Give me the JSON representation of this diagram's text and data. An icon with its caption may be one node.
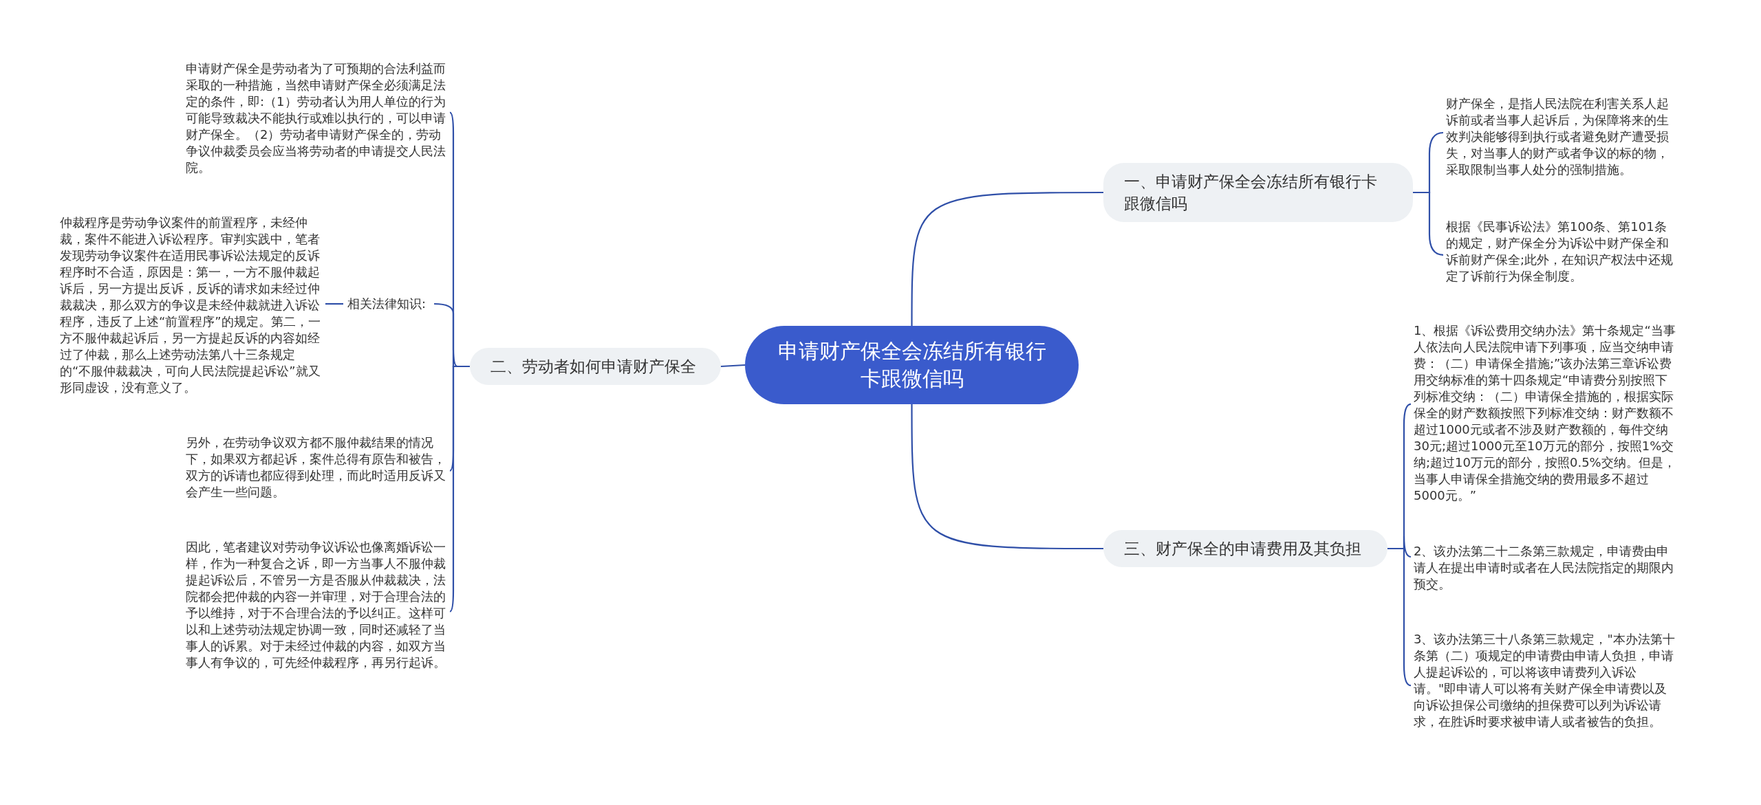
{
  "diagram": {
    "nodes": [
      {
        "text": [
          "申请财产保全会冻结所有银行卡跟微信吗"
        ]
      },
      {
        "text": [
          "一、申请财产保全会冻结所有银行卡跟微信吗"
        ]
      },
      {
        "text": [
          "财产保全，是指人民法院在利害关系人起诉前或者当事人起诉后，为保障将来的生效判决能够得到执行或者避免财产遭受损失，对当事人的财产或者争议的标的物，采取限制当事人处分的强制措施。"
        ]
      },
      {
        "text": [
          "根据《民事诉讼法》第100条、第101条的规定，财产保全分为诉讼中财产保全和诉前财产保全;此外，在知识产权法中还规定了诉前行为保全制度。"
        ]
      },
      {
        "text": [
          "二、劳动者如何申请财产保全"
        ]
      },
      {
        "text": [
          "申请财产保全是劳动者为了可预期的合法利益而采取的一种措施，当然申请财产保全必须满足法定的条件，即:（1）劳动者认为用人单位的行为可能导致裁决不能执行或难以执行的，可以申请财产保全。（2）劳动者申请财产保全的，劳动争议仲裁委员会应当将劳动者的申请提交人民法院。"
        ]
      },
      {
        "text": [
          "相关法律知识:"
        ]
      },
      {
        "text": [
          "仲裁程序是劳动争议案件的前置程序，未经仲裁，案件不能进入诉讼程序。审判实践中，笔者发现劳动争议案件在适用民事诉讼法规定的反诉程序时不合适，原因是：第一，一方不服仲裁起诉后，另一方提出反诉，反诉的请求如未经过仲裁裁决，那么双方的争议是未经仲裁就进入诉讼程序，违反了上述“前置程序”的规定。第二，一方不服仲裁起诉后，另一方提起反诉的内容如经过了仲裁，那么上述劳动法第八十三条规定的“不服仲裁裁决，可向人民法院提起诉讼”就又形同虚设，没有意义了。"
        ]
      },
      {
        "text": [
          "另外，在劳动争议双方都不服仲裁结果的情况下，如果双方都起诉，案件总得有原告和被告，双方的诉请也都应得到处理，而此时适用反诉又会产生一些问题。"
        ]
      },
      {
        "text": [
          "因此，笔者建议对劳动争议诉讼也像离婚诉讼一样，作为一种复合之诉，即一方当事人不服仲裁提起诉讼后，不管另一方是否服从仲裁裁决，法院都会把仲裁的内容一并审理，对于合理合法的予以维持，对于不合理合法的予以纠正。这样可以和上述劳动法规定协调一致，同时还减轻了当事人的诉累。对于未经过仲裁的内容，如双方当事人有争议的，可先经仲裁程序，再另行起诉。"
        ]
      },
      {
        "text": [
          "三、财产保全的申请费用及其负担"
        ]
      },
      {
        "text": [
          "1、根据《诉讼费用交纳办法》第十条规定“当事人依法向人民法院申请下列事项，应当交纳申请费：（二）申请保全措施;”该办法第三章诉讼费用交纳标准的第十四条规定“申请费分别按照下列标准交纳：（二）申请保全措施的，根据实际保全的财产数额按照下列标准交纳：财产数额不超过1000元或者不涉及财产数额的，每件交纳30元;超过1000元至10万元的部分，按照1%交纳;超过10万元的部分，按照0.5%交纳。但是，当事人申请保全措施交纳的费用最多不超过5000元。”"
        ]
      },
      {
        "text": [
          "2、该办法第二十二条第三款规定，申请费由申请人在提出申请时或者在人民法院指定的期限内预交。"
        ]
      },
      {
        "text": [
          "3、该办法第三十八条第三款规定，\"本办法第十条第（二）项规定的申请费由申请人负担，申请人提起诉讼的，可以将该申请费列入诉讼请。\"即申请人可以将有关财产保全申请费以及向诉讼担保公司缴纳的担保费可以列为诉讼请求，在胜诉时要求被申请人或者被告的负担。"
        ]
      }
    ],
    "edges": [
      {
        "from": 0,
        "to": 1,
        "arrow": "none"
      },
      {
        "from": 1,
        "to": 2,
        "arrow": "none"
      },
      {
        "from": 1,
        "to": 3,
        "arrow": "none"
      },
      {
        "from": 0,
        "to": 4,
        "arrow": "none"
      },
      {
        "from": 4,
        "to": 5,
        "arrow": "none"
      },
      {
        "from": 4,
        "to": 6,
        "arrow": "none"
      },
      {
        "from": 6,
        "to": 7,
        "arrow": "none"
      },
      {
        "from": 4,
        "to": 8,
        "arrow": "none"
      },
      {
        "from": 4,
        "to": 9,
        "arrow": "none"
      },
      {
        "from": 0,
        "to": 10,
        "arrow": "none"
      },
      {
        "from": 10,
        "to": 11,
        "arrow": "none"
      },
      {
        "from": 10,
        "to": 12,
        "arrow": "none"
      },
      {
        "from": 10,
        "to": 13,
        "arrow": "none"
      }
    ]
  }
}
